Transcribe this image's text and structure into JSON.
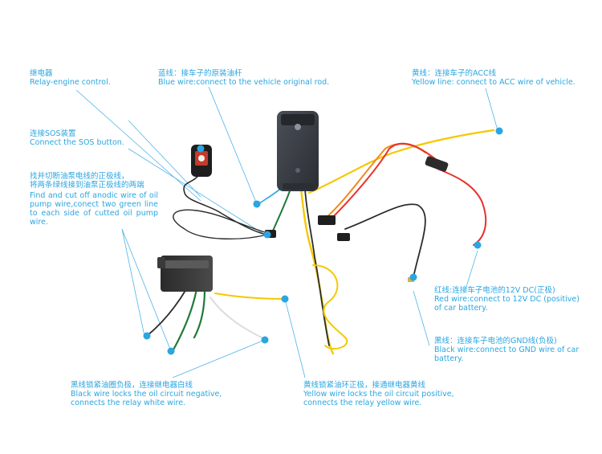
{
  "colors": {
    "label": "#2aa6e0",
    "leader": "#4fb3e8",
    "yellow_wire": "#f5c800",
    "red_wire": "#e8322a",
    "orange_wire": "#f08a1c",
    "black_wire": "#2b2b2b",
    "green_wire": "#1f7a3a",
    "white_wire": "#dcdcdc",
    "device_body": "#3a3e45"
  },
  "labels": {
    "relay": {
      "zh": "继电器",
      "en": "Relay-engine control."
    },
    "blue_wire": {
      "zh": "蓝线：接车子的原装油杆",
      "en": "Blue wire:connect to the vehicle original rod."
    },
    "acc": {
      "zh": "黄线：连接车子的ACC线",
      "en": "Yellow line: connect to ACC wire of vehicle."
    },
    "sos": {
      "zh": "连接SOS装置",
      "en": "Connect the SOS button."
    },
    "oil_pump": {
      "zh1": "找并切断油泵电线的正极线，",
      "zh2": "将两条绿线接到油泵正极线的两端",
      "en": "Find and cut off anodic wire of oil pump wire,conect two green line to each side of cutted oil pump wire."
    },
    "red": {
      "zh": "红线:连接车子电池的12V DC(正极)",
      "en": "Red wire:connect to 12V DC (positive) of car battery."
    },
    "black": {
      "zh": "黑线：连接车子电池的GND线(负极)",
      "en": "Black wire:connect to GND wire of car battery."
    },
    "black_oil": {
      "zh": "黑线锁紧油圈负极，连接继电器白线",
      "en": "Black wire locks the oil circuit negative, connects the relay white wire."
    },
    "yellow_oil": {
      "zh": "黄线锁紧油环正极，接通继电器黄线",
      "en": "Yellow wire locks the oil circuit positive, connects the relay yellow wire."
    }
  }
}
